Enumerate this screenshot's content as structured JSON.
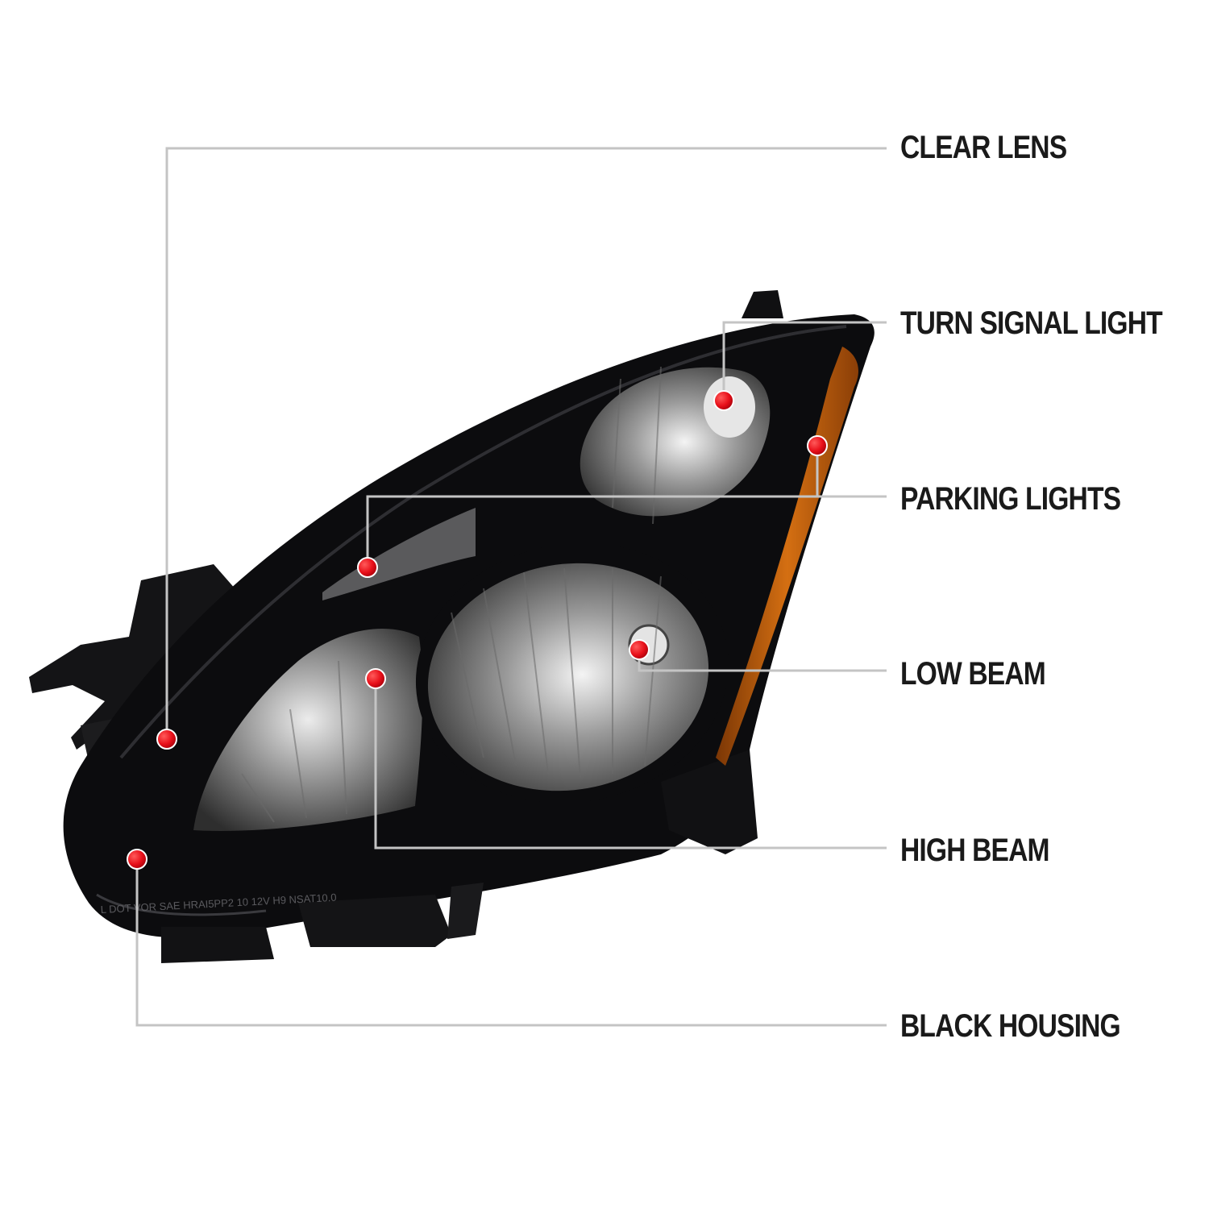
{
  "callouts": [
    {
      "label": "CLEAR LENS"
    },
    {
      "label": "TURN SIGNAL LIGHT"
    },
    {
      "label": "PARKING LIGHTS"
    },
    {
      "label": "LOW BEAM"
    },
    {
      "label": "HIGH BEAM"
    },
    {
      "label": "BLACK HOUSING"
    }
  ],
  "lens_marking": "L DOT VOR SAE HRAI5PP2 10 12V H9 NSAT10.0",
  "colors": {
    "background": "#ffffff",
    "housing": "#0c0c0e",
    "leader_line": "#c4c4c4",
    "marker": "#e8101a",
    "amber": "#c8620e",
    "label_text": "#1a1a1a"
  }
}
